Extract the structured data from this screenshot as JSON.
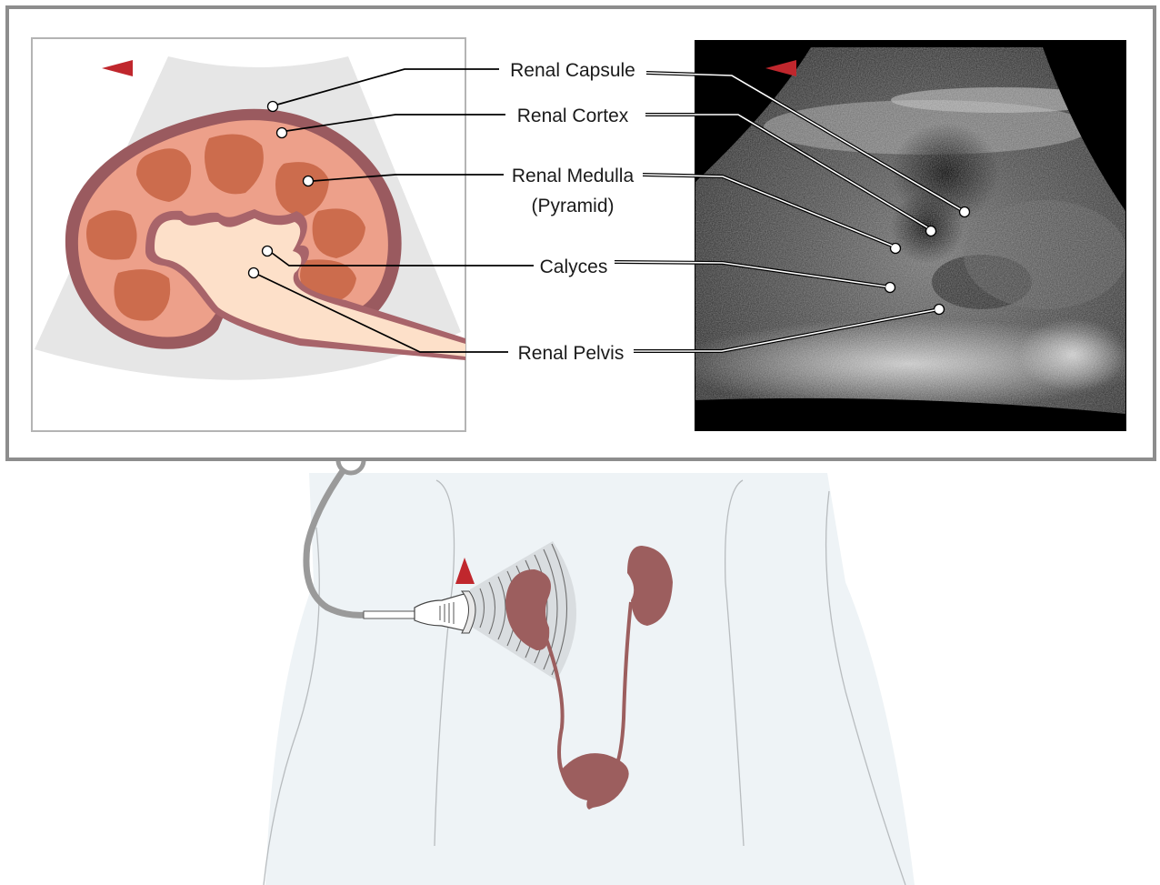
{
  "labels": {
    "capsule": "Renal Capsule",
    "cortex": "Renal Cortex",
    "medulla_line1": "Renal Medulla",
    "medulla_line2": "(Pyramid)",
    "calyces": "Calyces",
    "pelvis": "Renal Pelvis"
  },
  "icons": {
    "orientation_marker_diagram": "red-triangle-left-icon",
    "orientation_marker_ultrasound": "red-triangle-left-icon",
    "orientation_marker_probe": "red-triangle-up-icon",
    "probe": "ultrasound-probe-icon"
  },
  "colors": {
    "accent_red": "#c0272d",
    "capsule": "#9a5a5f",
    "cortex": "#eda08a",
    "medulla": "#cc6c4d",
    "sinus": "#fde0c9",
    "organ": "#9c5e5e",
    "frame": "#8d8d8d",
    "body_fill": "#eef3f6",
    "ultrasound_bg": "#000000"
  }
}
